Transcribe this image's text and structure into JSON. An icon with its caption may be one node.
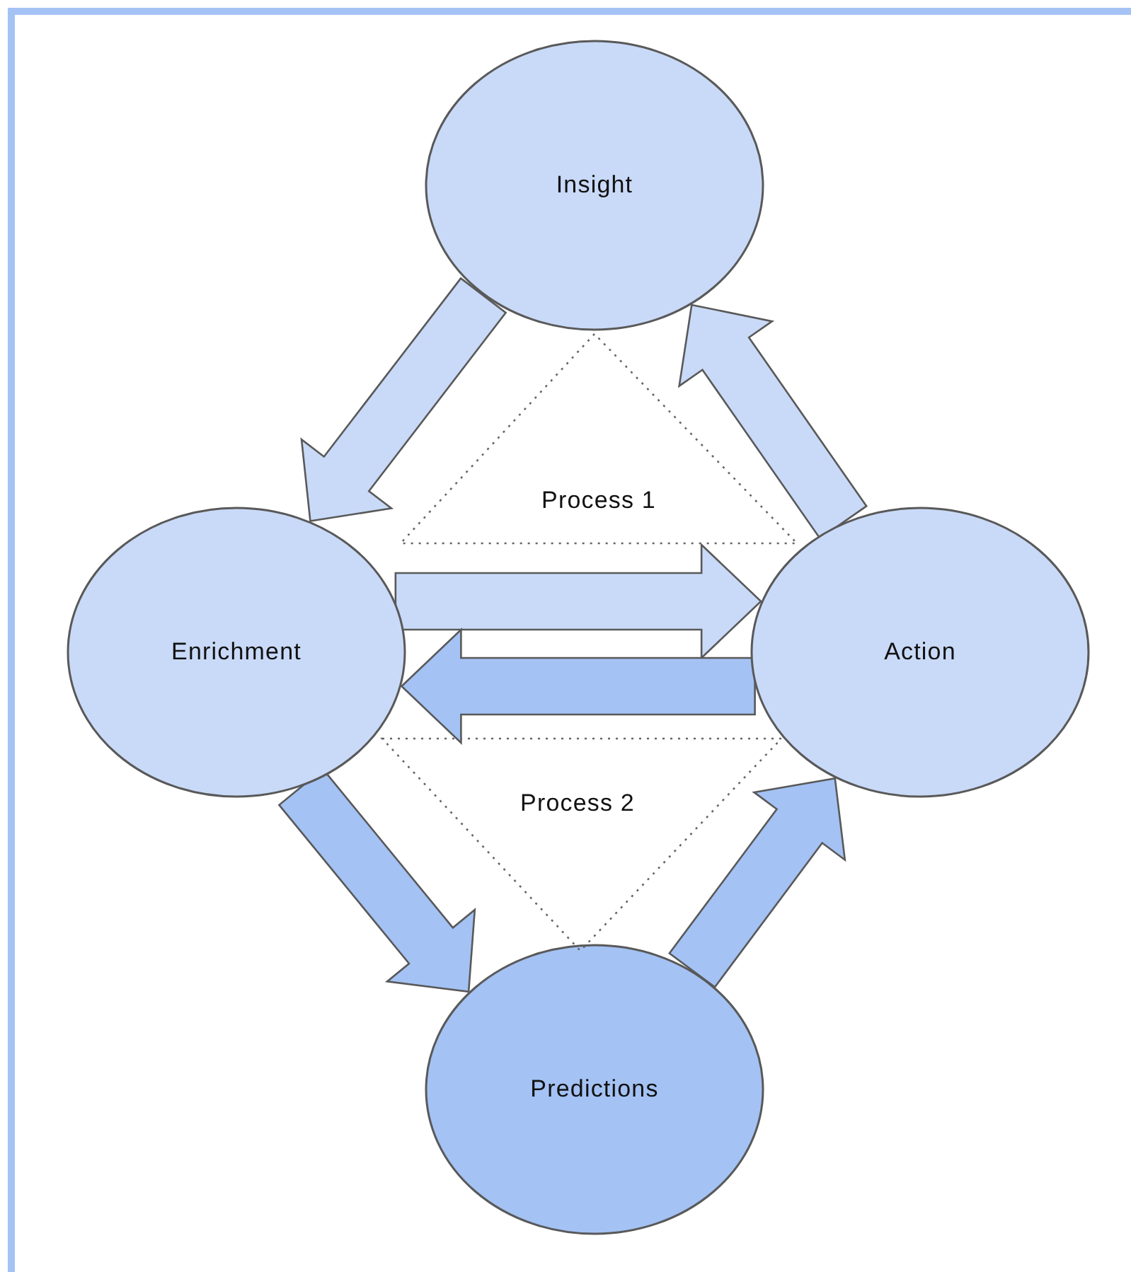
{
  "diagram": {
    "nodes": [
      {
        "text": [
          "Insight"
        ]
      },
      {
        "text": [
          "Enrichment"
        ]
      },
      {
        "text": [
          "Action"
        ]
      },
      {
        "text": [
          "Predictions"
        ]
      },
      {
        "text": [
          "Process 1"
        ]
      },
      {
        "text": [
          "Process 2"
        ]
      }
    ],
    "edges": [
      {
        "from": 0,
        "to": 1,
        "arrow": "to",
        "style": "thick"
      },
      {
        "from": 1,
        "to": 2,
        "arrow": "to",
        "style": "thick"
      },
      {
        "from": 2,
        "to": 1,
        "arrow": "to",
        "style": "thick",
        "color": "#a4c2f4"
      },
      {
        "from": 1,
        "to": 3,
        "arrow": "to",
        "style": "thick",
        "color": "#a4c2f4"
      },
      {
        "from": 3,
        "to": 2,
        "arrow": "to",
        "style": "thick",
        "color": "#a4c2f4"
      },
      {
        "from": 2,
        "to": 0,
        "arrow": "to",
        "style": "thick"
      }
    ]
  }
}
